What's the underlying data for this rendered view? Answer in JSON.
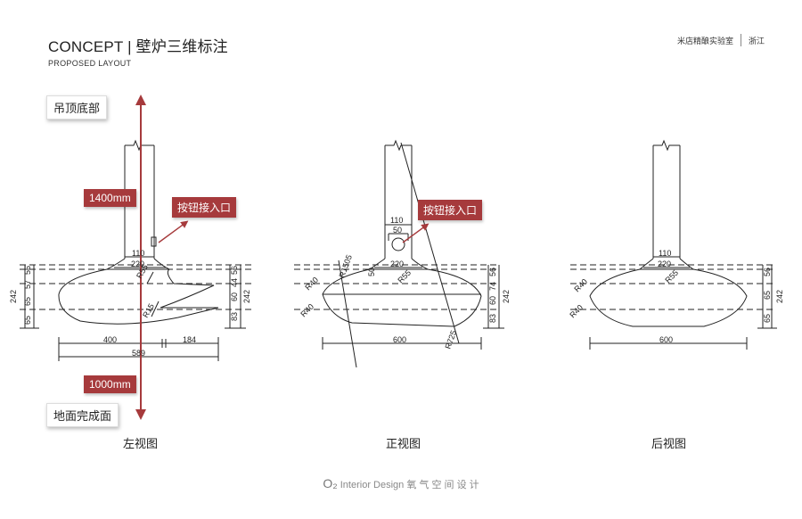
{
  "header": {
    "title": "CONCEPT | 壁炉三维标注",
    "subtitle": "PROPOSED LAYOUT",
    "project": "米店精酿实验室",
    "location": "浙江"
  },
  "labels": {
    "ceiling": "吊顶底部",
    "floor": "地面完成面",
    "height_top": "1400mm",
    "height_bottom": "1000mm",
    "button_left": "按钮接入口",
    "button_front": "按钮接入口"
  },
  "views": {
    "left": {
      "caption": "左视图",
      "dims": {
        "flue_w": "110",
        "collar_w": "220",
        "r55": "R55",
        "r15": "R15",
        "w400": "400",
        "w184": "184",
        "total": "589",
        "h242": "242",
        "l65a": "65",
        "l65b": "65",
        "l57": "57",
        "l56": "56",
        "r56": "56",
        "r44": "44",
        "r60": "60",
        "r83": "83",
        "r242": "242"
      }
    },
    "front": {
      "caption": "正视图",
      "dims": {
        "flue_w": "110",
        "btn_w": "50",
        "collar_w": "220",
        "r55": "R55",
        "r40a": "R40",
        "r40b": "R40",
        "r1505": "R1505",
        "r725": "R725",
        "n50": "50",
        "width": "600",
        "r56": "56",
        "r74": "74",
        "r60": "60",
        "r83": "83",
        "r242": "242"
      }
    },
    "back": {
      "caption": "后视图",
      "dims": {
        "flue_w": "110",
        "collar_w": "220",
        "r55": "R55",
        "r40a": "R40",
        "r40b": "R40",
        "width": "600",
        "r56": "56",
        "r65a": "65",
        "r65b": "65",
        "r242": "242"
      }
    }
  },
  "footer": {
    "logo": "O₂",
    "brand": "Interior Design",
    "cn": "氧 气 空 间 设 计"
  },
  "colors": {
    "accent": "#a63a3c",
    "line": "#222222"
  }
}
